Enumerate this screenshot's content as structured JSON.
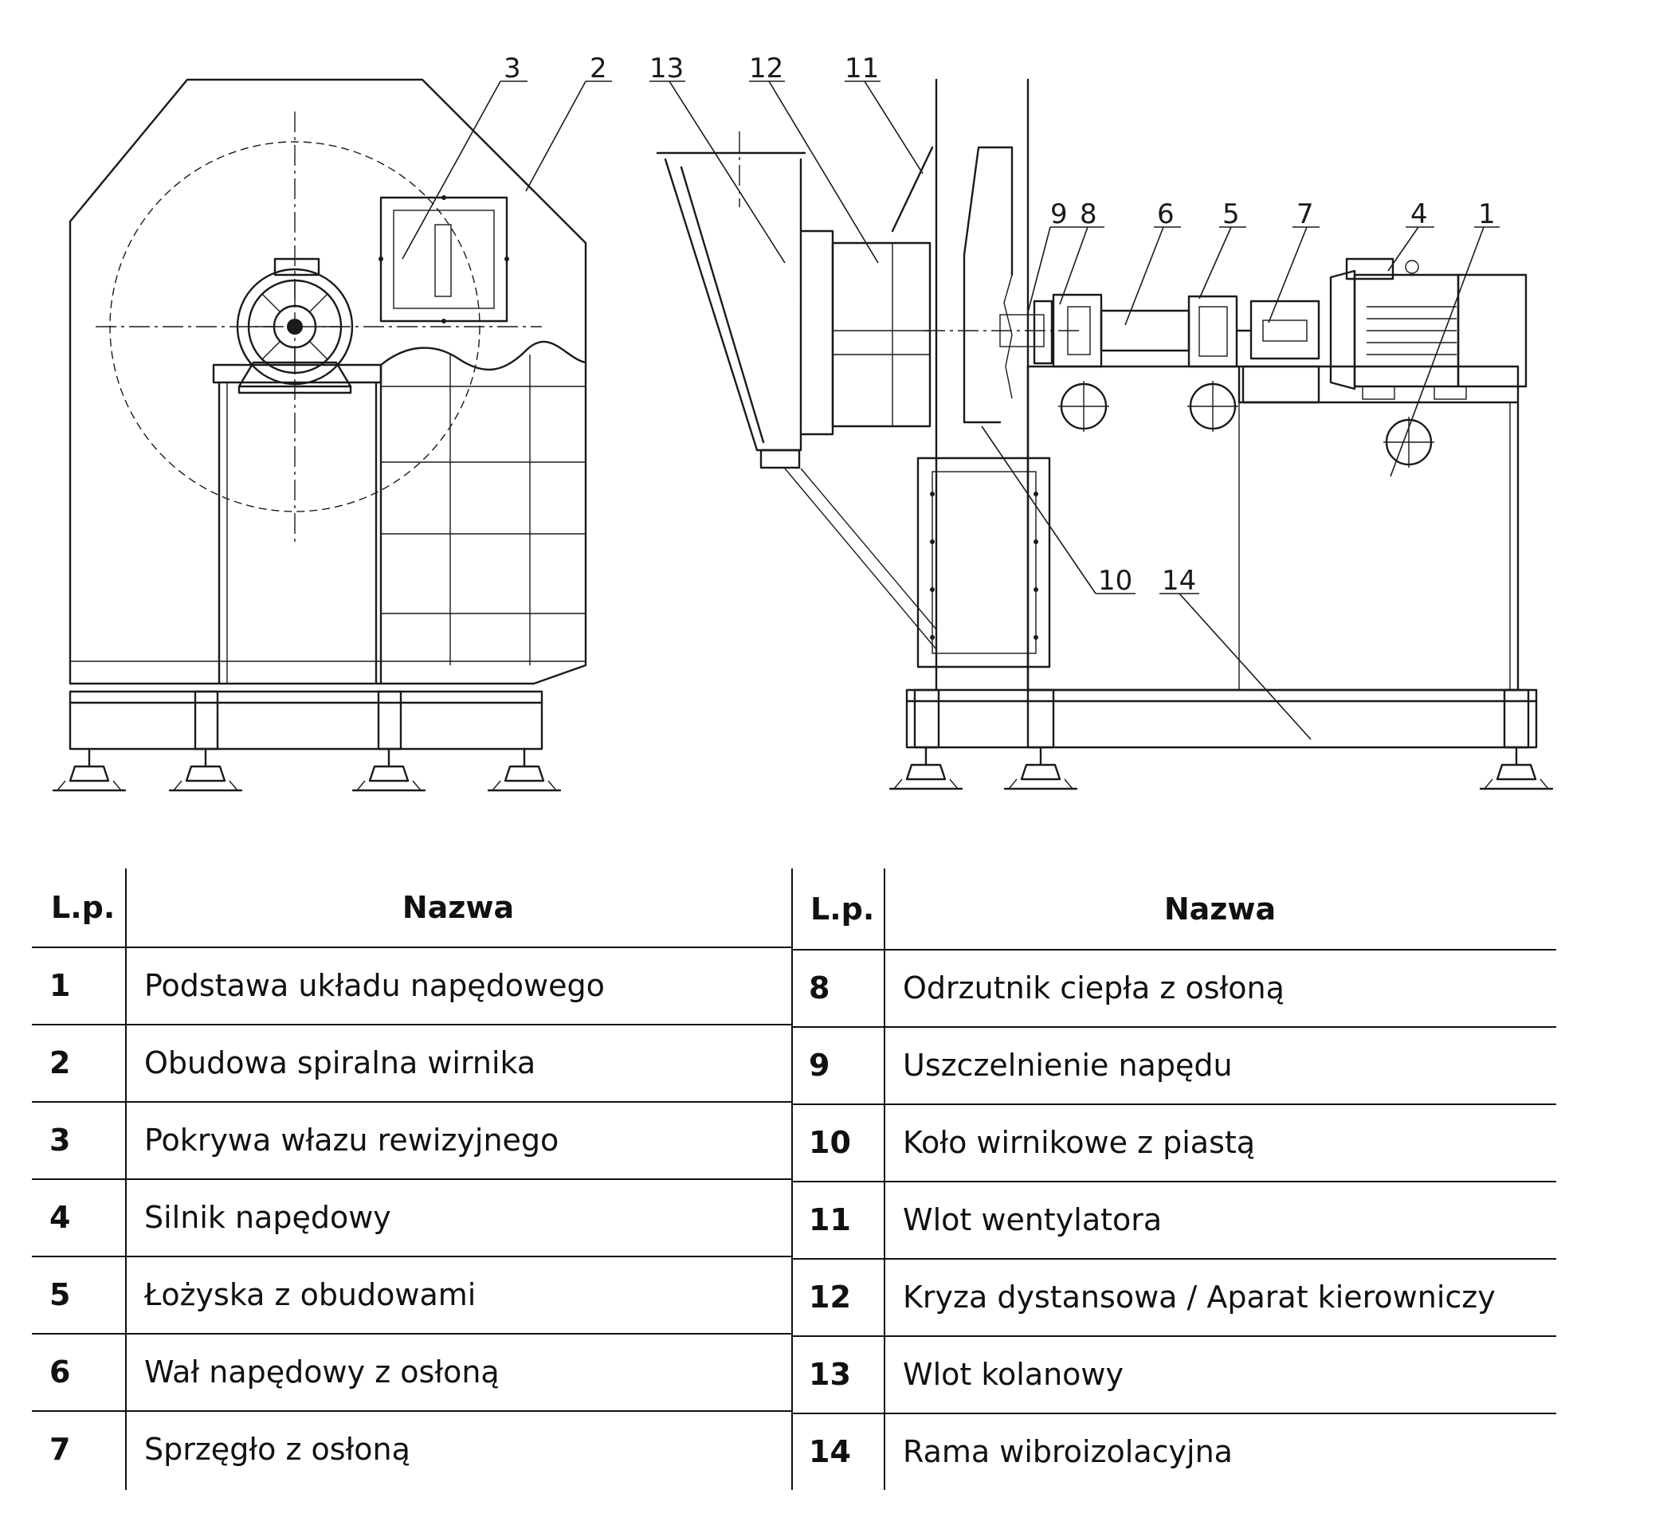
{
  "callouts": [
    "3",
    "2",
    "13",
    "12",
    "11",
    "9",
    "8",
    "6",
    "5",
    "7",
    "4",
    "1",
    "10",
    "14"
  ],
  "table": {
    "header": {
      "lp": "L.p.",
      "name": "Nazwa"
    },
    "rows": [
      {
        "left": {
          "lp": "1",
          "name": "Podstawa układu napędowego"
        },
        "right": {
          "lp": "8",
          "name": "Odrzutnik ciepła z osłoną"
        }
      },
      {
        "left": {
          "lp": "2",
          "name": "Obudowa spiralna wirnika"
        },
        "right": {
          "lp": "9",
          "name": "Uszczelnienie napędu"
        }
      },
      {
        "left": {
          "lp": "3",
          "name": "Pokrywa włazu rewizyjnego"
        },
        "right": {
          "lp": "10",
          "name": "Koło wirnikowe z piastą"
        }
      },
      {
        "left": {
          "lp": "4",
          "name": "Silnik napędowy"
        },
        "right": {
          "lp": "11",
          "name": "Wlot wentylatora"
        }
      },
      {
        "left": {
          "lp": "5",
          "name": "Łożyska z obudowami"
        },
        "right": {
          "lp": "12",
          "name": "Kryza dystansowa / Aparat kierowniczy"
        }
      },
      {
        "left": {
          "lp": "6",
          "name": "Wał napędowy z osłoną"
        },
        "right": {
          "lp": "13",
          "name": "Wlot kolanowy"
        }
      },
      {
        "left": {
          "lp": "7",
          "name": "Sprzęgło z osłoną"
        },
        "right": {
          "lp": "14",
          "name": "Rama wibroizolacyjna"
        }
      }
    ]
  }
}
